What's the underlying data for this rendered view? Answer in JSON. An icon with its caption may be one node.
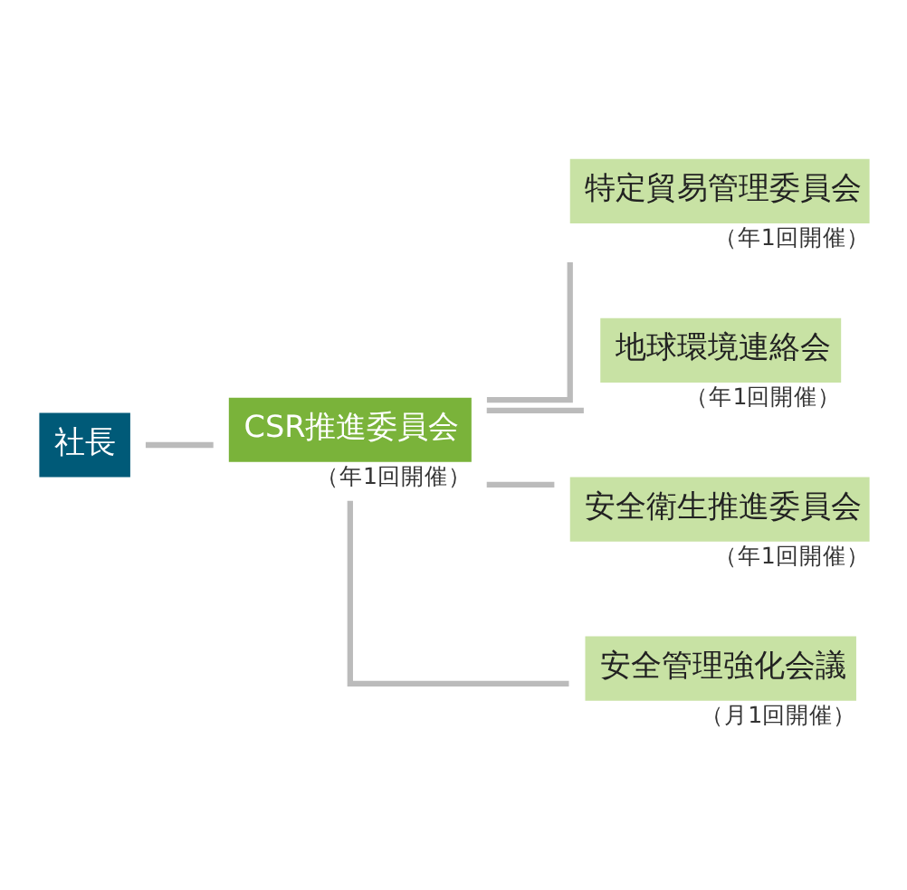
{
  "diagram": {
    "nodes": [
      {
        "text": [
          "社長"
        ]
      },
      {
        "text": [
          "CSR推進委員会"
        ],
        "beside": [
          "（年1回開催）"
        ]
      },
      {
        "text": [
          "特定貿易管理委員会"
        ],
        "beside": [
          "（年1回開催）"
        ]
      },
      {
        "text": [
          "地球環境連絡会"
        ],
        "beside": [
          "（年1回開催）"
        ]
      },
      {
        "text": [
          "安全衛生推進委員会"
        ],
        "beside": [
          "（年1回開催）"
        ]
      },
      {
        "text": [
          "安全管理強化会議"
        ],
        "beside": [
          "（月1回開催）"
        ]
      }
    ],
    "edges": [
      {
        "from": 0,
        "to": 1,
        "arrow": "none"
      },
      {
        "from": 1,
        "to": 2,
        "arrow": "none"
      },
      {
        "from": 1,
        "to": 3,
        "arrow": "none"
      },
      {
        "from": 1,
        "to": 4,
        "arrow": "none"
      },
      {
        "from": 1,
        "to": 5,
        "arrow": "none"
      }
    ]
  }
}
